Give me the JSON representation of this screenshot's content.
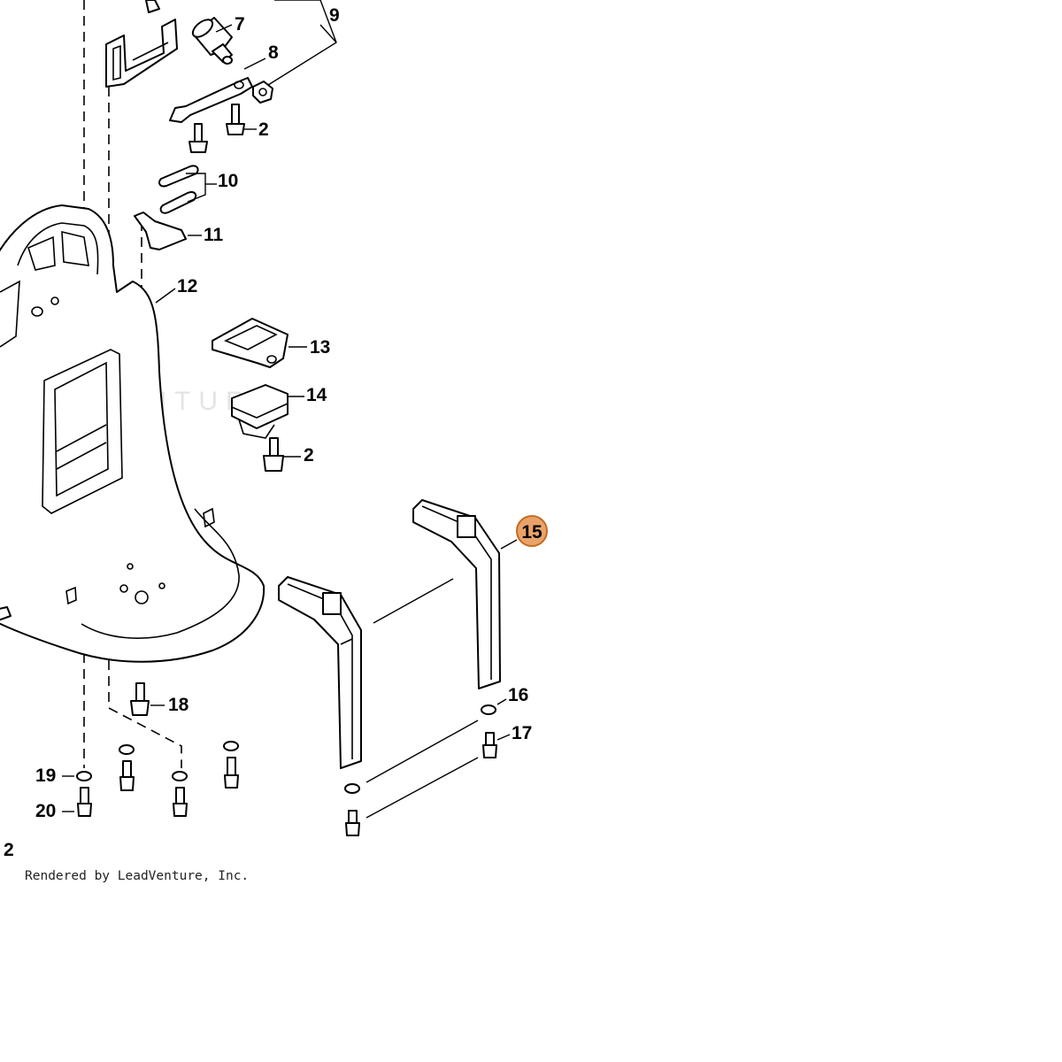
{
  "diagram": {
    "callouts": {
      "c2a": "2",
      "c2b": "2",
      "c2c": "2",
      "c7": "7",
      "c8": "8",
      "c9": "9",
      "c10": "10",
      "c11": "11",
      "c12": "12",
      "c13": "13",
      "c14": "14",
      "c15": "15",
      "c16": "16",
      "c17": "17",
      "c18": "18",
      "c19": "19",
      "c20": "20"
    },
    "highlighted_callout": "15",
    "watermark": "LEADVENTURE",
    "credit": "Rendered by LeadVenture, Inc.",
    "colors": {
      "line": "#000000",
      "highlight_fill": "#e9a36a",
      "highlight_stroke": "#c46a21",
      "watermark": "#e4e4e4"
    }
  }
}
